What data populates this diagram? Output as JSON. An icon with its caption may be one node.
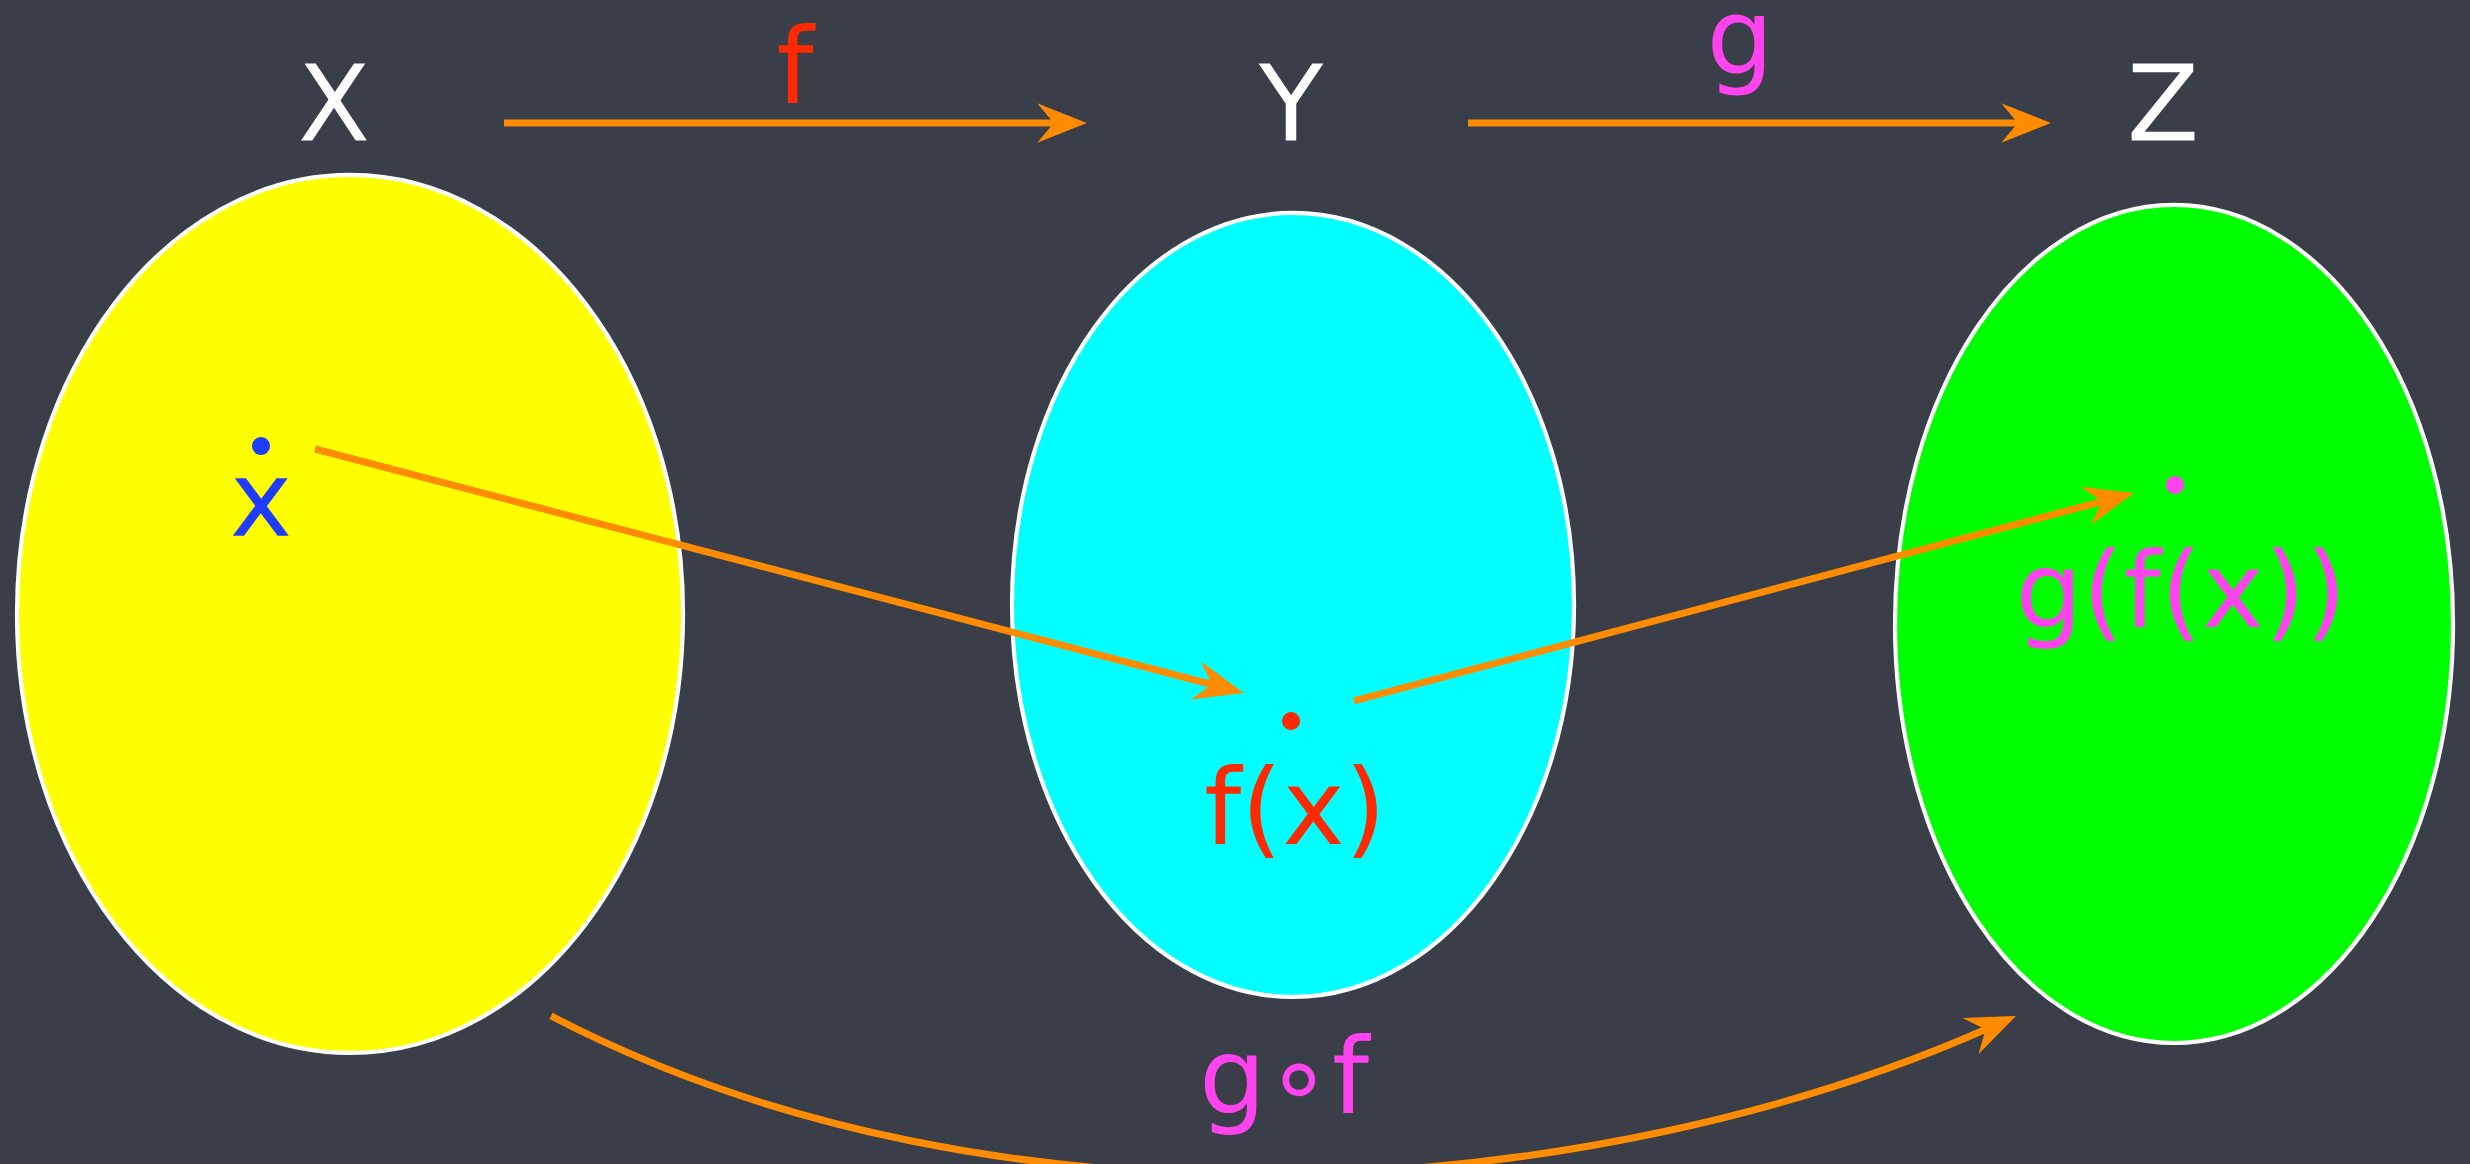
{
  "diagram": {
    "nodes": [
      {
        "text": [
          "X"
        ]
      },
      {
        "text": [
          "Y"
        ]
      },
      {
        "text": [
          "Z"
        ]
      },
      {
        "text": [
          "x"
        ],
        "in": 0
      },
      {
        "text": [
          "f(x)"
        ],
        "in": 1
      },
      {
        "text": [
          "g(f(x))"
        ],
        "in": 2
      }
    ],
    "edges": [
      {
        "from": 0,
        "to": 1,
        "arrow": "to",
        "label": "f"
      },
      {
        "from": 1,
        "to": 2,
        "arrow": "to",
        "label": "g"
      },
      {
        "from": 0,
        "to": 2,
        "arrow": "to",
        "label": "g∘f"
      },
      {
        "from": 3,
        "to": 4,
        "arrow": "to"
      },
      {
        "from": 4,
        "to": 5,
        "arrow": "to"
      }
    ]
  }
}
